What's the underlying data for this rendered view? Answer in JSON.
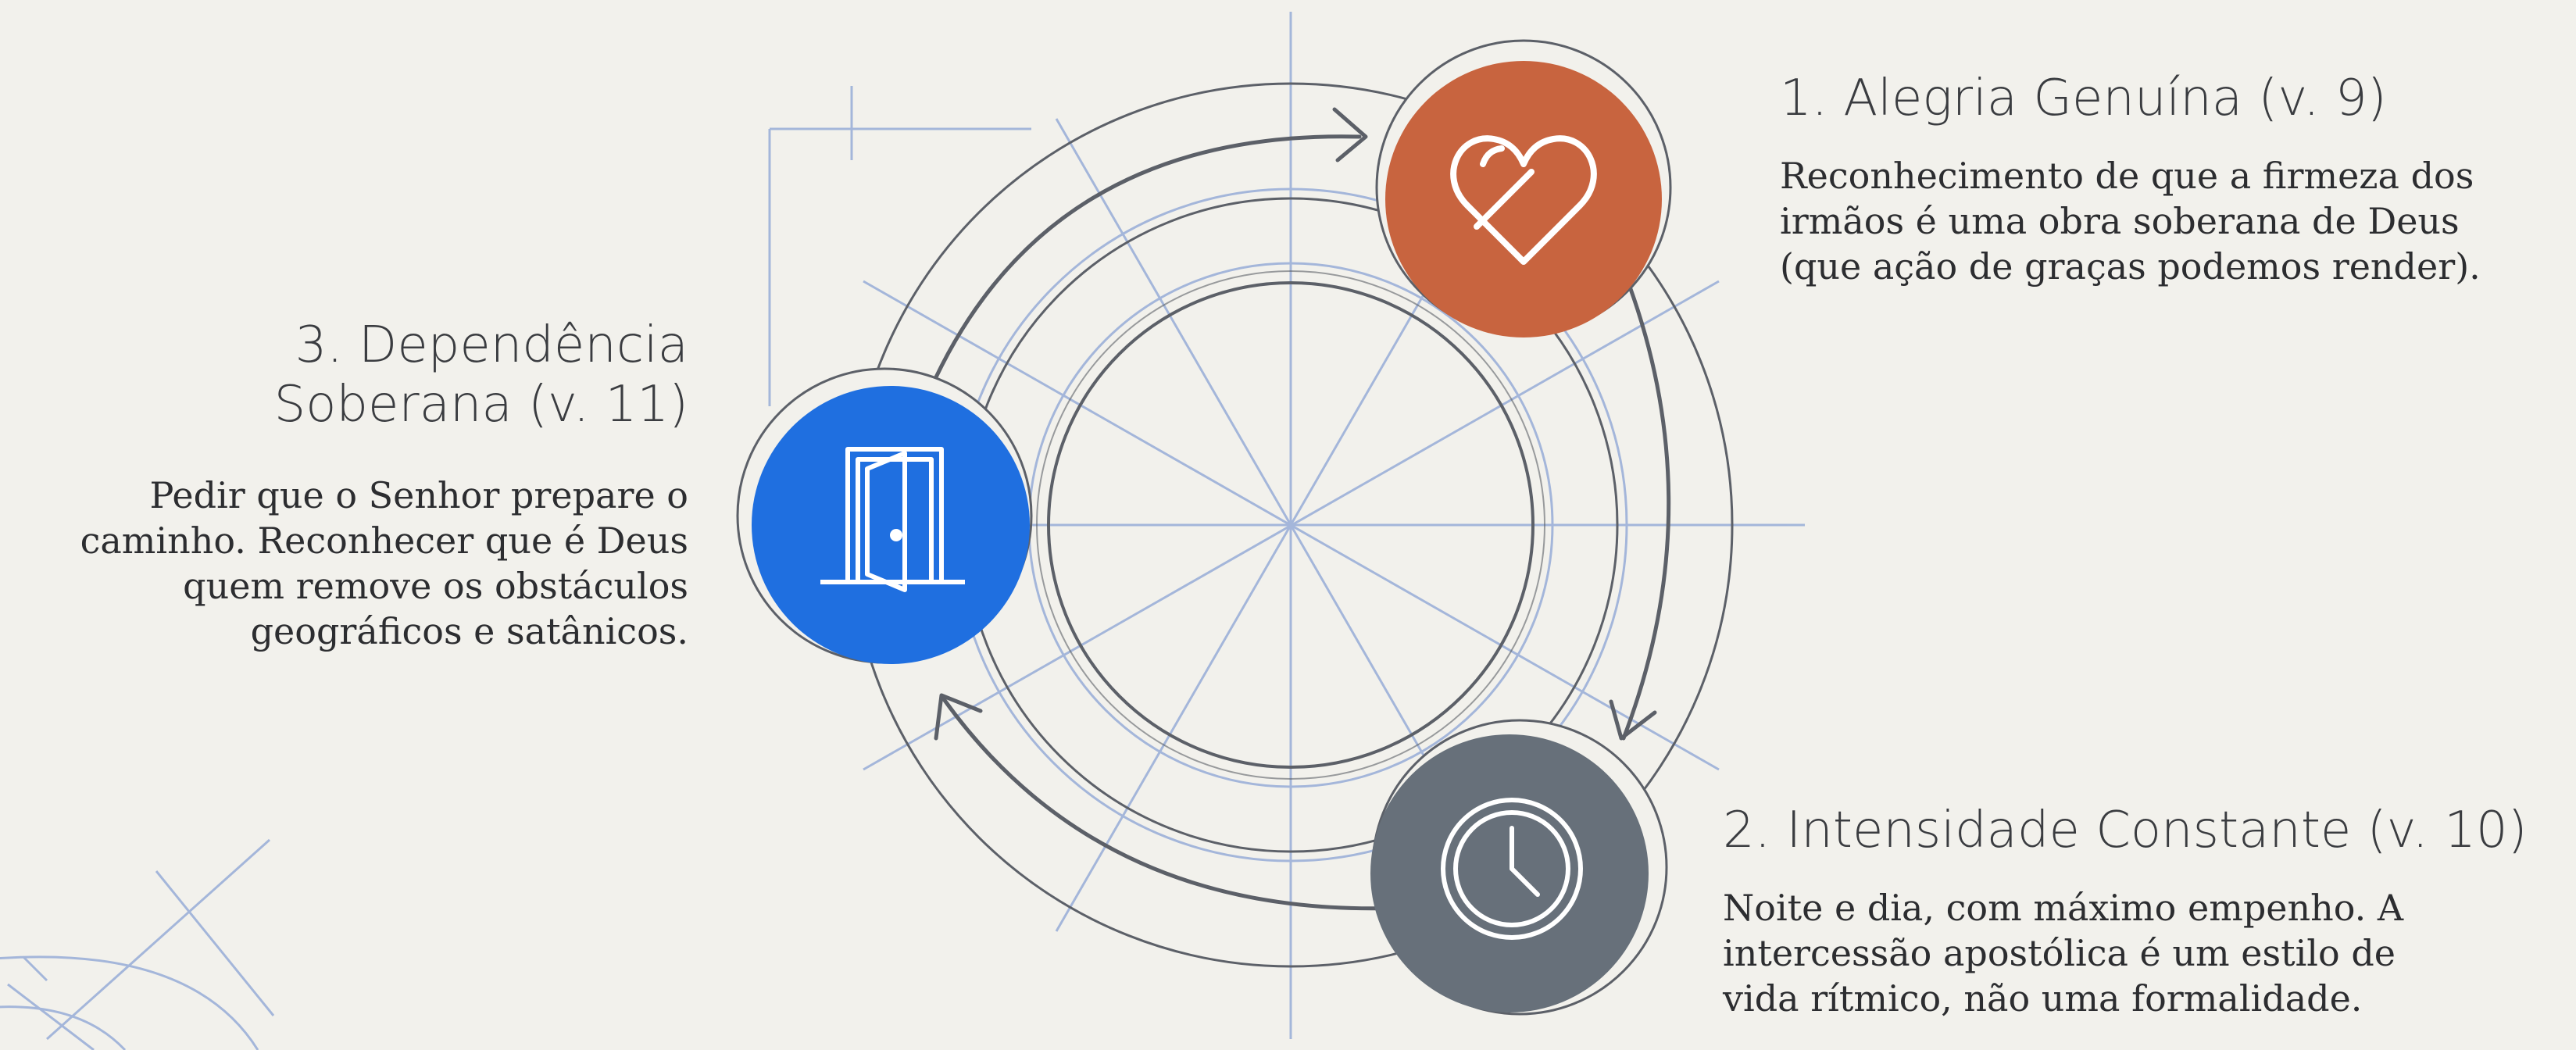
{
  "colors": {
    "background": "#f2f1ec",
    "heart_node": "#c8643f",
    "door_node": "#1f6fe0",
    "clock_node": "#67707a",
    "cycle_lines": "#5c6068",
    "blueprint_lines": "#8aa3d4"
  },
  "steps": [
    {
      "heading": "1. Alegria Genuína (v. 9)",
      "lines": [
        "Reconhecimento de que a firmeza dos",
        "irmãos é uma obra soberana de Deus",
        "(que ação de graças podemos render)."
      ],
      "icon": "heart-icon"
    },
    {
      "heading": "2. Intensidade Constante (v. 10)",
      "lines": [
        "Noite e dia, com máximo empenho. A",
        "intercessão apostólica é um estilo de",
        "vida rítmico, não uma formalidade."
      ],
      "icon": "clock-icon"
    },
    {
      "heading_lines": [
        "3. Dependência",
        "Soberana (v. 11)"
      ],
      "lines": [
        "Pedir que o Senhor prepare o",
        "caminho. Reconhecer que é Deus",
        "quem remove os obstáculos",
        "geográficos e satânicos."
      ],
      "icon": "open-door-icon"
    }
  ]
}
